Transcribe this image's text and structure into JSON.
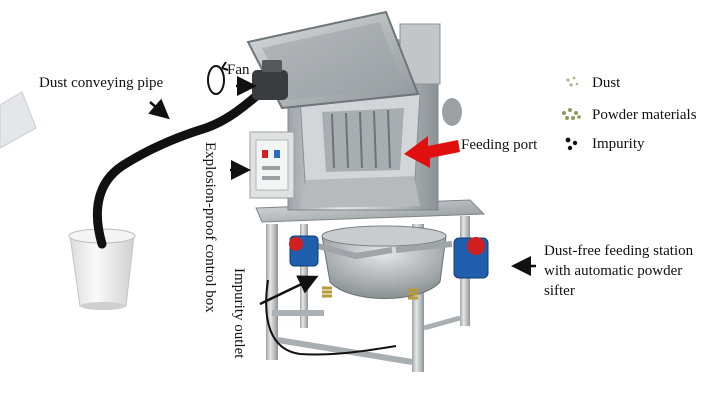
{
  "labels": {
    "dust_pipe": "Dust conveying pipe",
    "fan": "Fan",
    "feeding_port": "Feeding port",
    "control_box": "Explosion-proof control box",
    "impurity_outlet": "Impurity outlet",
    "station_line1": "Dust-free feeding station",
    "station_line2": "with automatic powder",
    "station_line3": "sifter"
  },
  "legend": [
    {
      "label": "Dust",
      "icon": "dust-icon",
      "color": "#b9b08e"
    },
    {
      "label": "Powder materials",
      "icon": "powder-icon",
      "color": "#8f9a5a"
    },
    {
      "label": "Impurity",
      "icon": "impurity-icon",
      "color": "#111111"
    }
  ],
  "colors": {
    "steel": "#c9ccce",
    "steel_dark": "#8e9497",
    "pipe": "#111111",
    "arrow_red": "#e01010",
    "motor_blue": "#1f5fae",
    "motor_red": "#d21f1f",
    "bucket": "#f2f2f2"
  }
}
